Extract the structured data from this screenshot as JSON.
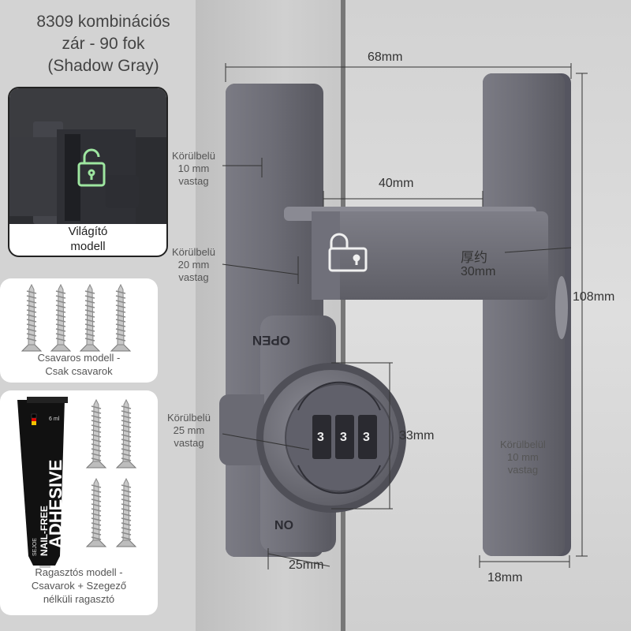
{
  "title": {
    "line1": "8309 kombinációs",
    "line2": "zár - 90 fok",
    "line3": "(Shadow Gray)"
  },
  "variants": [
    {
      "caption_line1": "Világító",
      "caption_line2": "modell"
    },
    {
      "caption_line1": "Csavaros modell -",
      "caption_line2": "Csak csavarok"
    },
    {
      "caption_line1": "Ragasztós modell -",
      "caption_line2": "Csavarok + Szegező",
      "caption_line3": "nélküli ragasztó"
    }
  ],
  "tube": {
    "volume": "6 ml",
    "brand_small": "SEJOE",
    "product_small": "NAIL-FREE",
    "product_big": "ADHESIVE"
  },
  "lock": {
    "open_mark": "OPEN",
    "on_mark": "ON",
    "dial_digits": [
      "3",
      "3",
      "3"
    ]
  },
  "dimensions": {
    "top_width": "68mm",
    "arm_length": "40mm",
    "height": "108mm",
    "dial_height": "33mm",
    "bottom_left": "25mm",
    "bottom_right": "18mm",
    "thickness_label_cn": "厚约",
    "thickness_value": "30mm"
  },
  "notes": [
    {
      "l1": "Körülbelü",
      "l2": "10 mm",
      "l3": "vastag"
    },
    {
      "l1": "Körülbelü",
      "l2": "20 mm",
      "l3": "vastag"
    },
    {
      "l1": "Körülbelü",
      "l2": "25 mm",
      "l3": "vastag"
    },
    {
      "l1": "Körülbelül",
      "l2": "10 mm",
      "l3": "vastag"
    }
  ],
  "colors": {
    "metal": "#6d6d76",
    "metal_light": "#8a8a93",
    "metal_dark": "#4f4f57",
    "glow": "#9ee6a0"
  }
}
